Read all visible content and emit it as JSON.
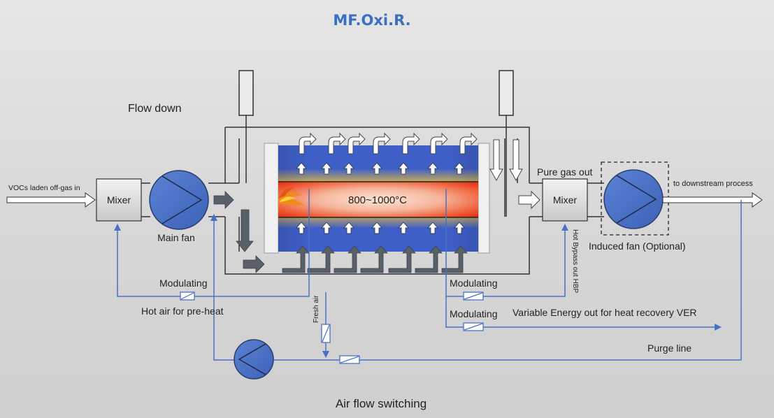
{
  "title": "MF.Oxi.R.",
  "labels": {
    "flow_down": "Flow down",
    "inlet": "VOCs laden off-gas in",
    "mixer_left": "Mixer",
    "mixer_right": "Mixer",
    "main_fan": "Main fan",
    "pure_gas_out": "Pure gas out",
    "downstream": "to downstream process",
    "induced_fan": "Induced fan (Optional)",
    "temperature": "800~1000°C",
    "modulating_left": "Modulating",
    "hot_air_preheat": "Hot air for pre-heat",
    "fresh_air": "Fresh air",
    "hot_bypass": "Hot Bypass out HBP",
    "modulating_right_1": "Modulating",
    "modulating_right_2": "Modulating",
    "ver": "Variable Energy out for heat recovery VER",
    "purge_line": "Purge line",
    "air_flow_switching": "Air flow switching"
  },
  "colors": {
    "title": "#3a6fc1",
    "flow_line": "#4a72c4",
    "fan": "#4a72c4",
    "chamber_blue": "#3f5fc8",
    "bed_yellow": "#f5c020",
    "hot_red": "#e62a1a",
    "arrow_gray": "#5a6068"
  },
  "icons": {
    "fan": "fan-icon",
    "valve": "valve-icon",
    "flame": "flame-icon",
    "damper": "damper-icon"
  }
}
